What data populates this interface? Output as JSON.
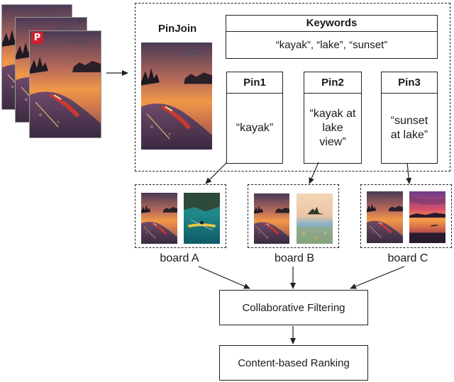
{
  "source_pins": {
    "badge_glyph": "P",
    "badge_color": "#cf2030",
    "count": 3
  },
  "pinjoin": {
    "title": "PinJoin"
  },
  "keywords": {
    "title": "Keywords",
    "text": "“kayak”, “lake”, “sunset”"
  },
  "pins": [
    {
      "title": "Pin1",
      "text": "“kayak”"
    },
    {
      "title": "Pin2",
      "text": "“kayak at lake view”"
    },
    {
      "title": "Pin3",
      "text": "“sunset at lake”"
    }
  ],
  "boards": [
    {
      "label": "board A"
    },
    {
      "label": "board B"
    },
    {
      "label": "board C"
    }
  ],
  "flow": {
    "collaborative": "Collaborative Filtering",
    "ranking": "Content-based Ranking"
  },
  "colors": {
    "line": "#222222",
    "pinterest_red": "#cf2030"
  }
}
